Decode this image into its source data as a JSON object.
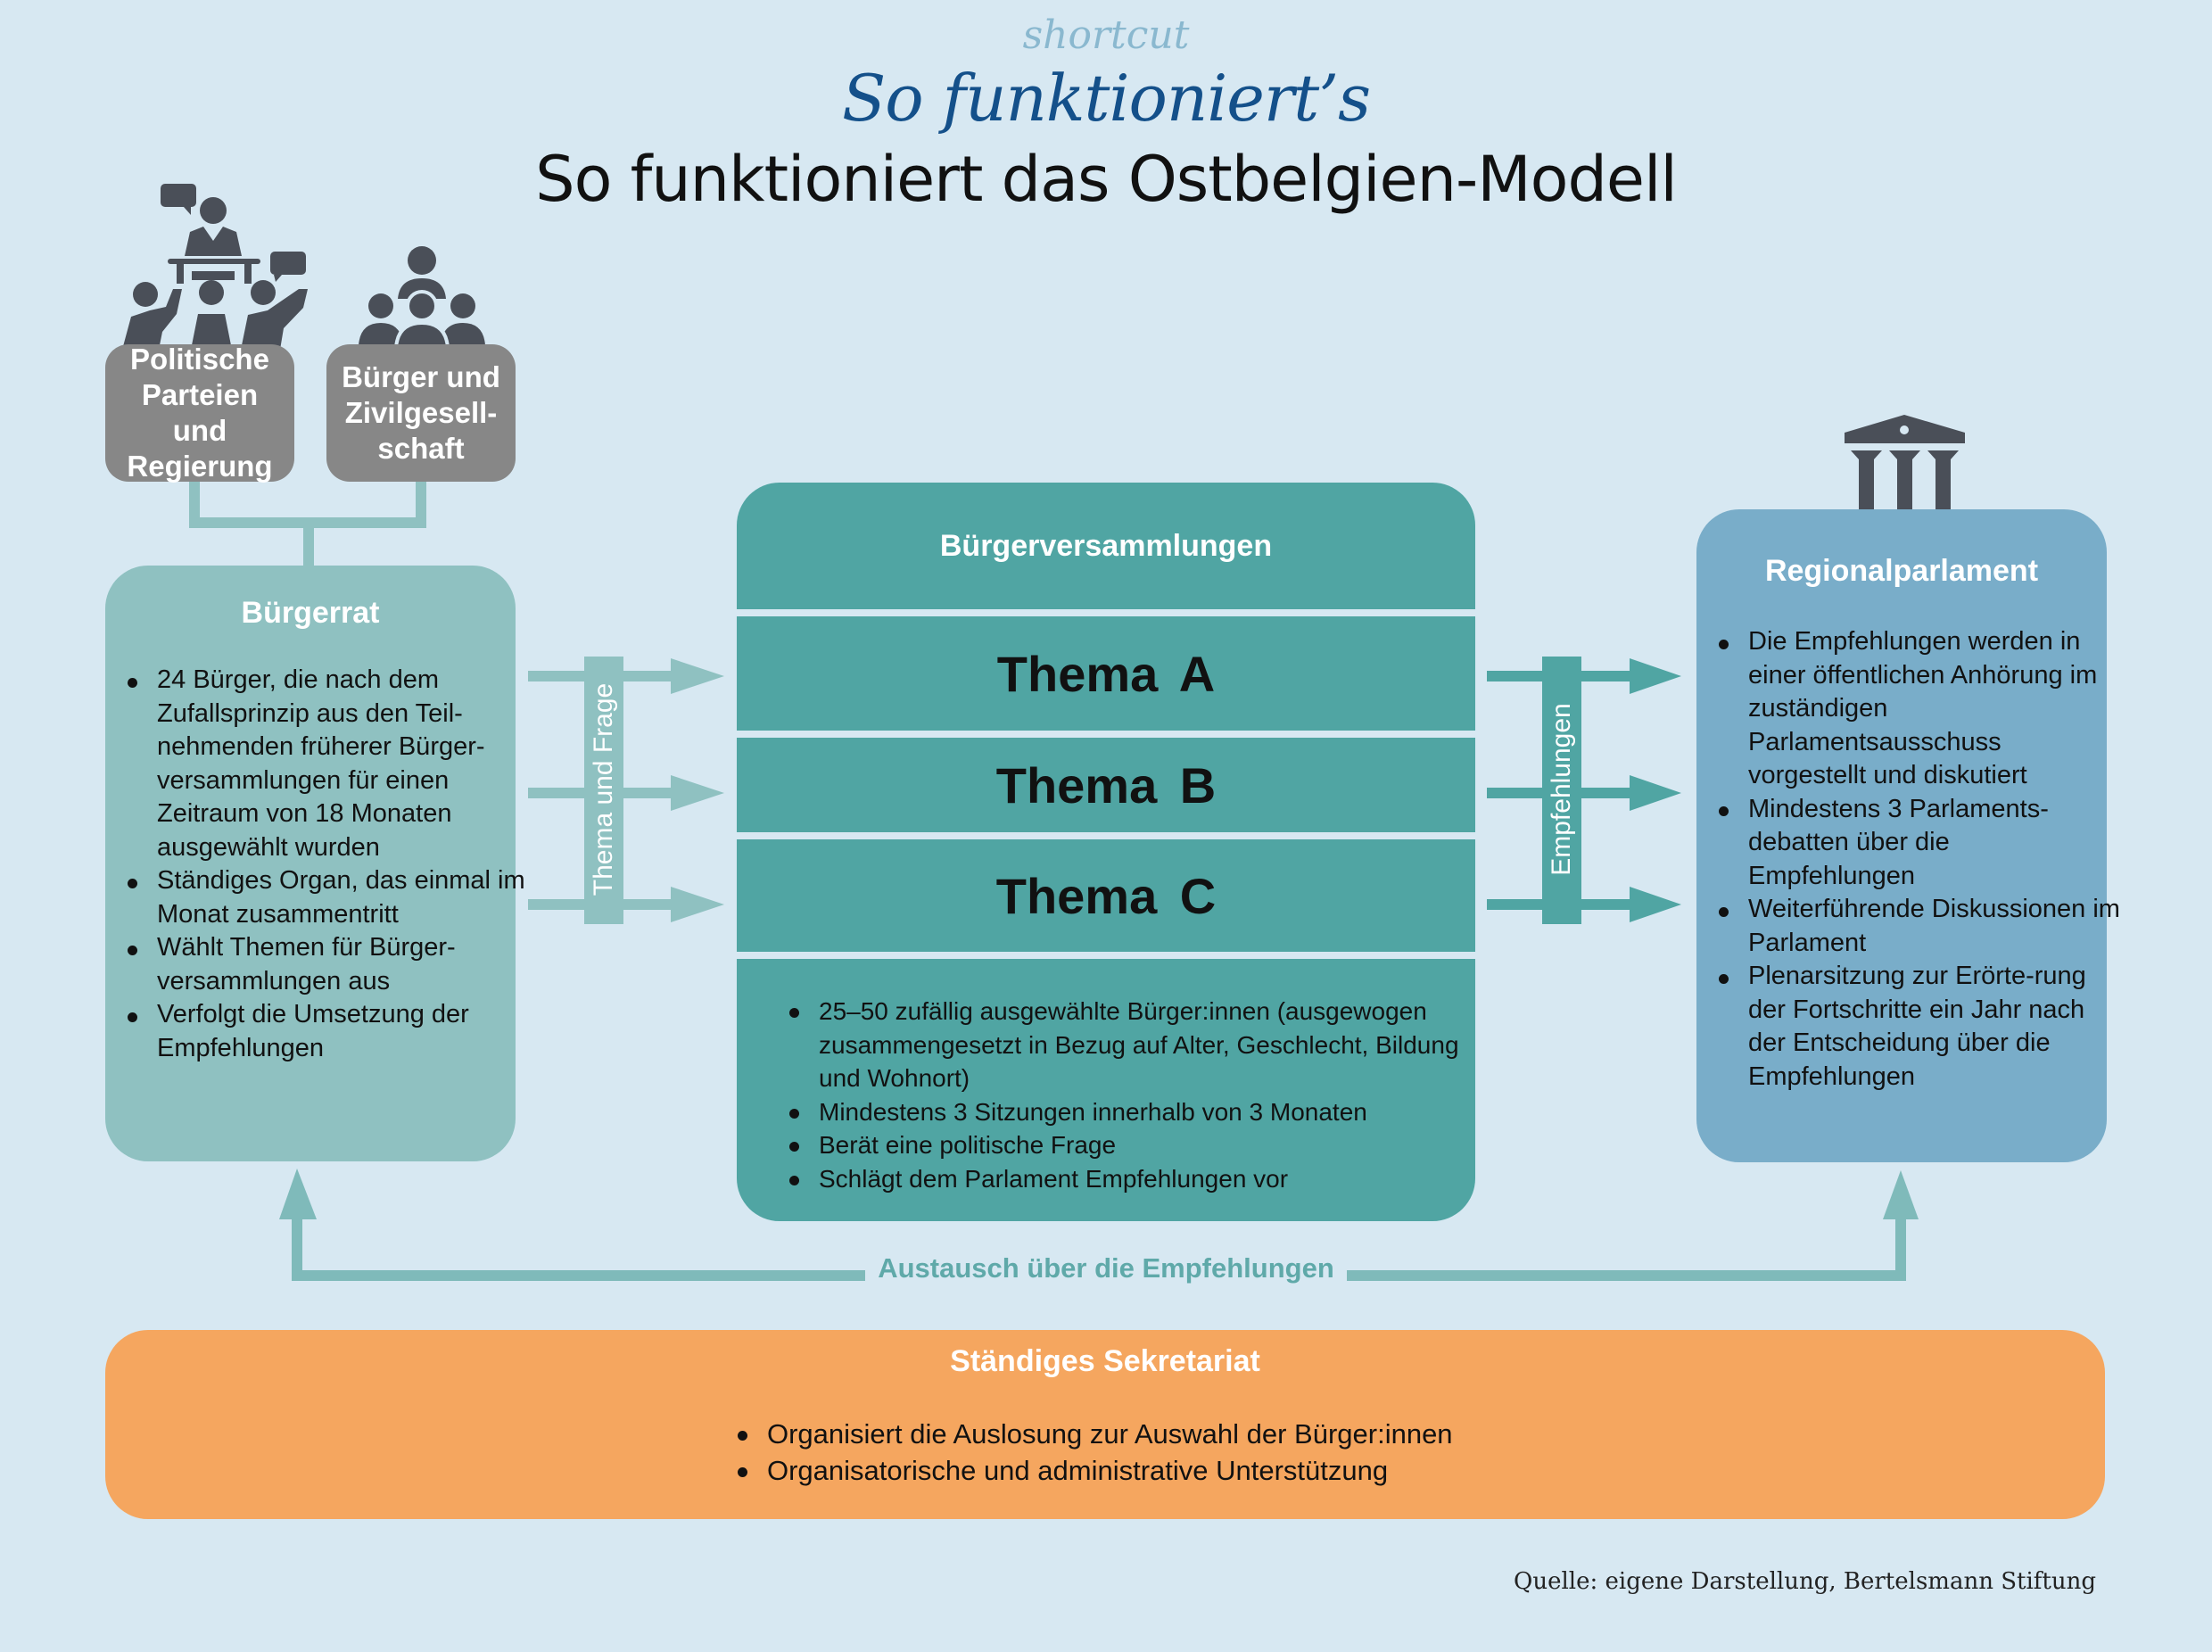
{
  "header": {
    "kicker": "shortcut",
    "brand": "So funktioniert’s",
    "title": "So funktioniert das Ostbelgien-Modell"
  },
  "actors": {
    "parties": {
      "label": "Politische Parteien und Regierung",
      "icon": "lectern-audience-icon"
    },
    "citizens": {
      "label": "Bürger und Zivilgesell-schaft",
      "icon": "group-of-people-icon"
    }
  },
  "buergerrat": {
    "title": "Bürgerrat",
    "items": [
      "24 Bürger, die nach dem Zufallsprinzip aus den Teil-nehmenden früherer Bürger-versammlungen für einen Zeitraum von 18 Monaten ausgewählt wurden",
      "Ständiges Organ, das einmal im Monat zusammentritt",
      "Wählt Themen für Bürger-versammlungen aus",
      "Verfolgt die Umsetzung der Empfehlungen"
    ]
  },
  "flow_left_label": "Thema und Frage",
  "flow_right_label": "Empfehlungen",
  "buergerversammlungen": {
    "title": "Bürgerversammlungen",
    "themes": [
      "Thema A",
      "Thema B",
      "Thema C"
    ],
    "items": [
      "25–50 zufällig ausgewählte Bürger:innen (ausgewogen zusammengesetzt in Bezug auf Alter, Geschlecht, Bildung und Wohnort)",
      "Mindestens 3 Sitzungen innerhalb von 3 Monaten",
      "Berät eine politische Frage",
      "Schlägt dem Parlament Empfehlungen vor"
    ]
  },
  "regionalparlament": {
    "title": "Regionalparlament",
    "icon": "parliament-building-icon",
    "items": [
      "Die Empfehlungen werden in einer öffentlichen Anhörung im zuständigen Parlamentsausschuss vorgestellt und diskutiert",
      "Mindestens 3 Parlaments-debatten über die Empfehlungen",
      "Weiterführende Diskussionen im Parlament",
      "Plenarsitzung zur Erörte-rung der Fortschritte ein Jahr nach der Entscheidung über die Empfehlungen"
    ]
  },
  "exchange_label": "Austausch über die Empfehlungen",
  "sekretariat": {
    "title": "Ständiges Sekretariat",
    "items": [
      "Organisiert die Auslosung zur Auswahl der Bürger:innen",
      "Organisatorische und administrative Unterstützung"
    ]
  },
  "source": "Quelle: eigene Darstellung, Bertelsmann Stiftung",
  "colors": {
    "background": "#d7e8f2",
    "teal_dark": "#50a5a3",
    "teal_light": "#8fc1c1",
    "blue": "#79adc9",
    "orange": "#f5a65f",
    "grey": "#878787",
    "icon": "#4a4f58",
    "brand_blue": "#14508a"
  }
}
